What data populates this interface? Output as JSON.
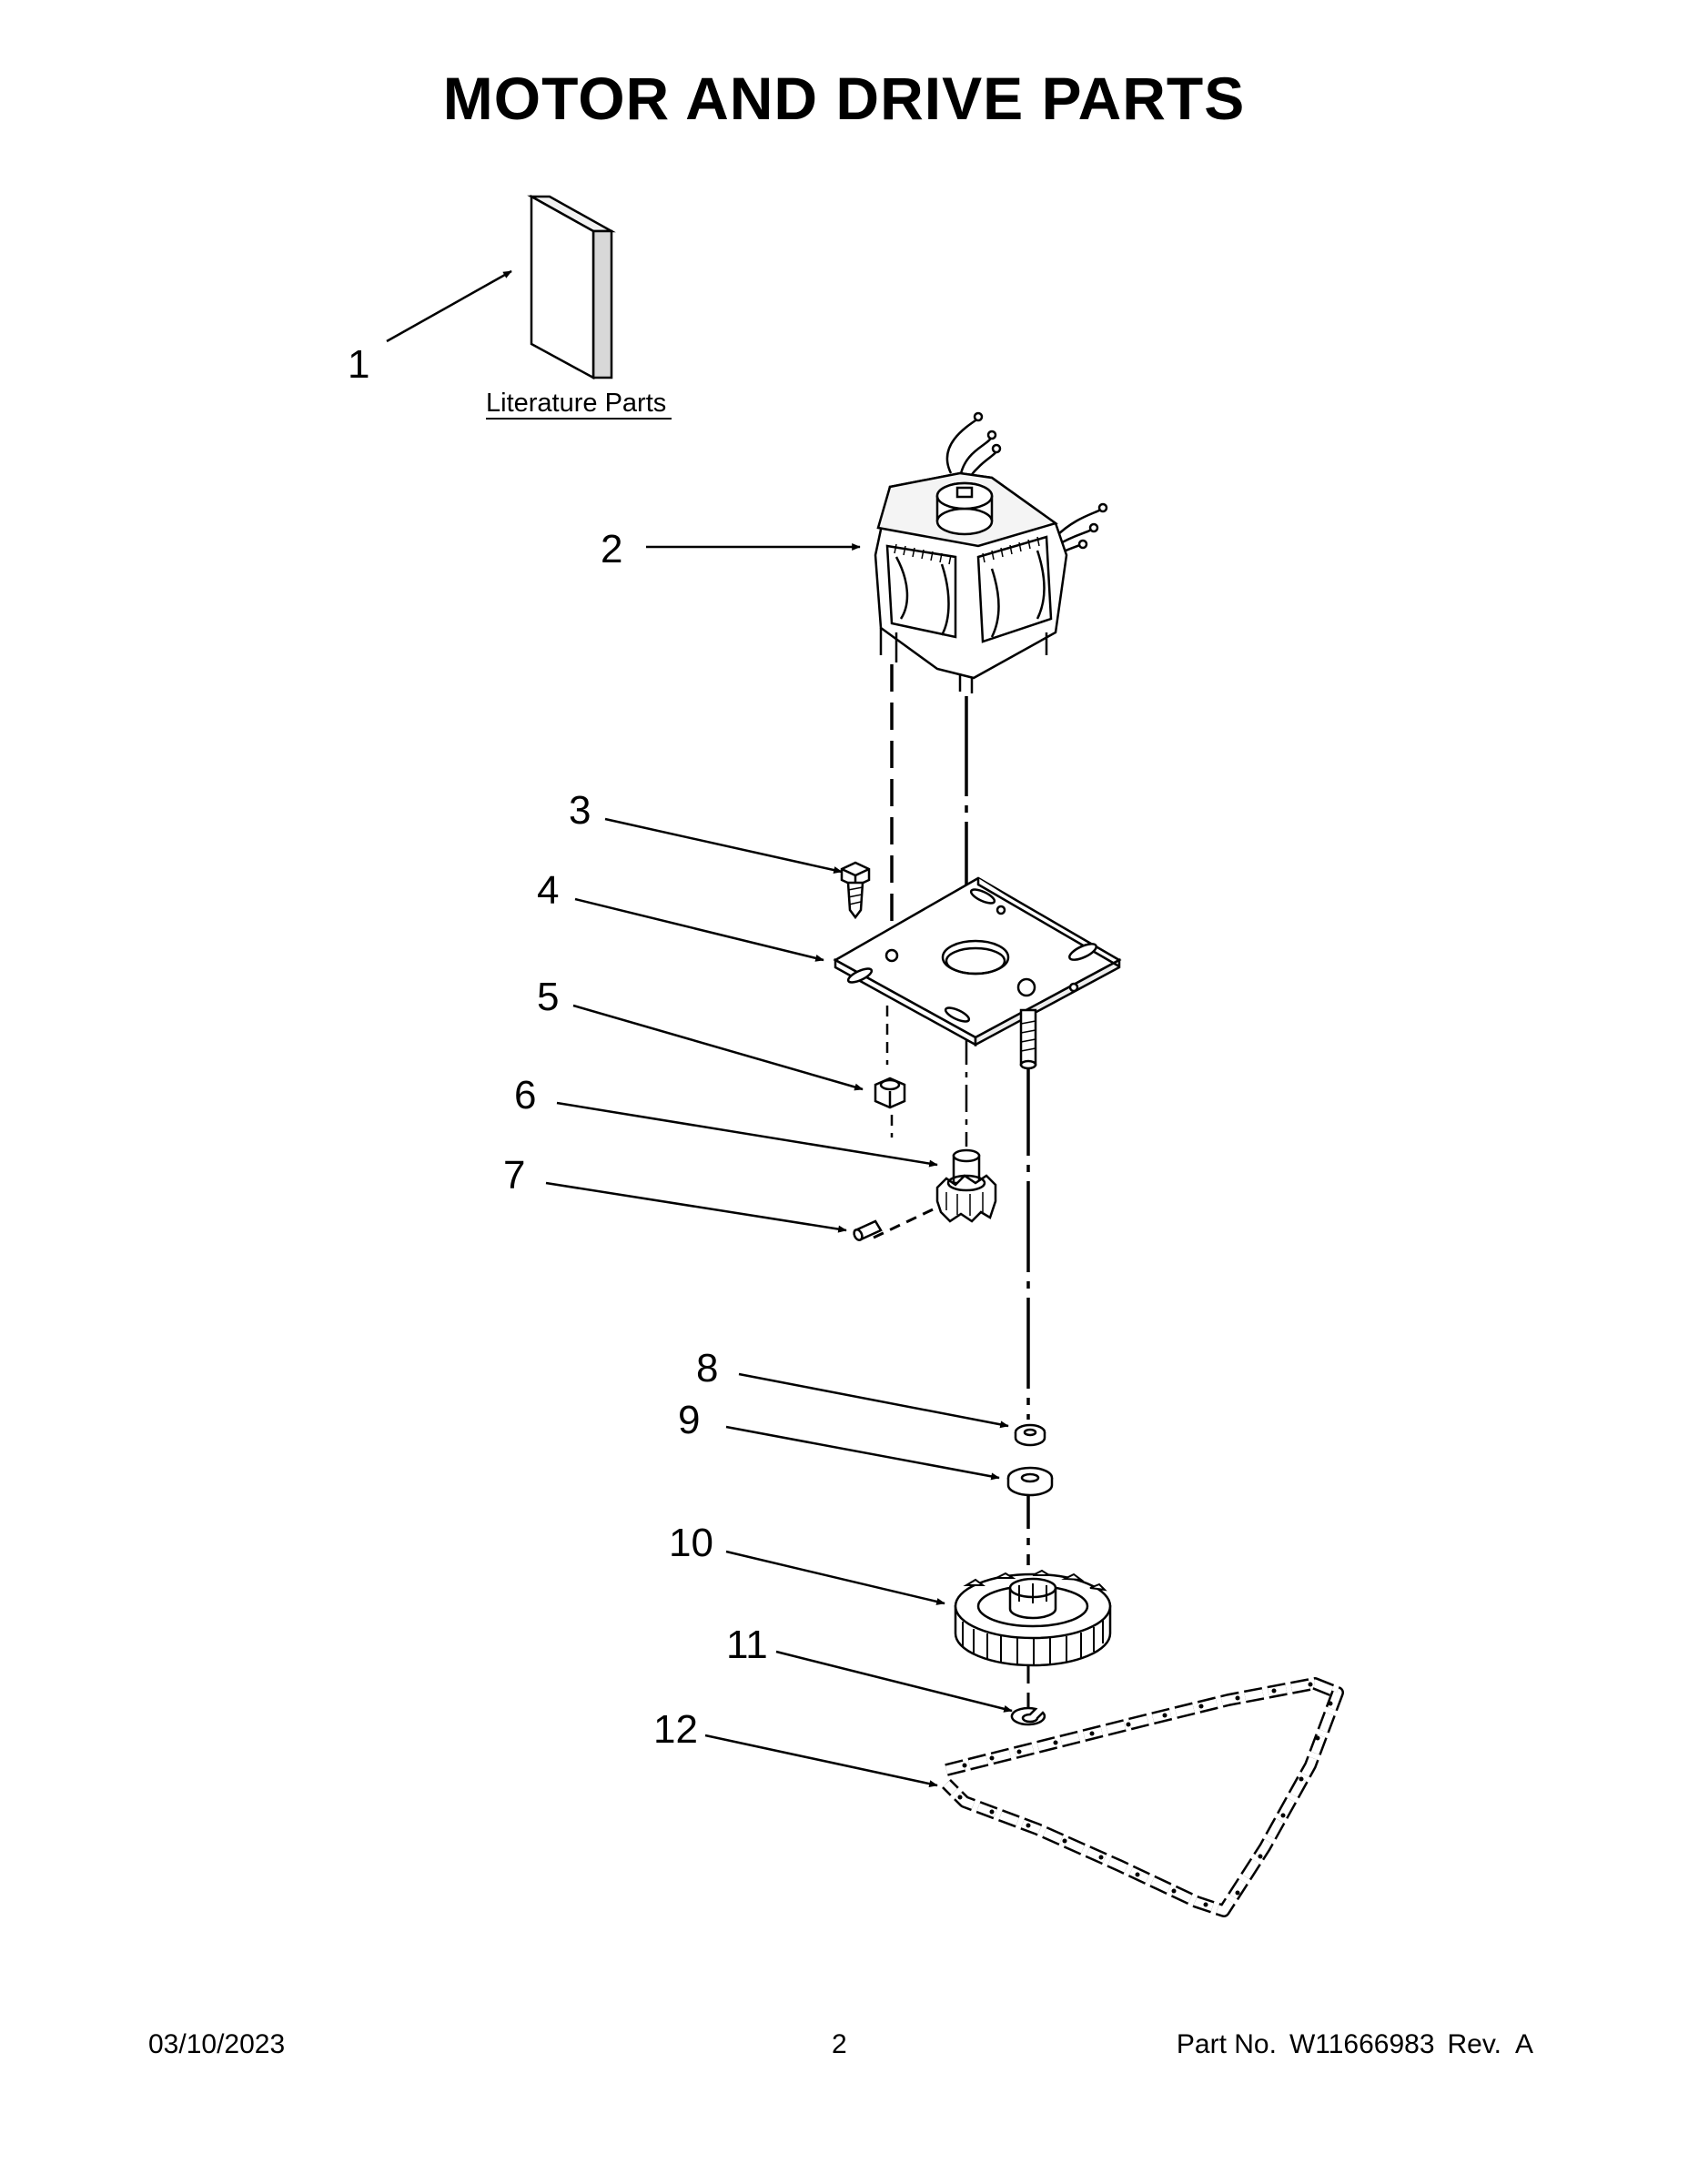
{
  "title": "MOTOR AND DRIVE PARTS",
  "literature_label": "Literature Parts",
  "callouts": [
    "1",
    "2",
    "3",
    "4",
    "5",
    "6",
    "7",
    "8",
    "9",
    "10",
    "11",
    "12"
  ],
  "footer": {
    "date": "03/10/2023",
    "page": "2",
    "part_prefix": "Part No.",
    "part_number": "W11666983",
    "rev": "Rev.  A"
  }
}
